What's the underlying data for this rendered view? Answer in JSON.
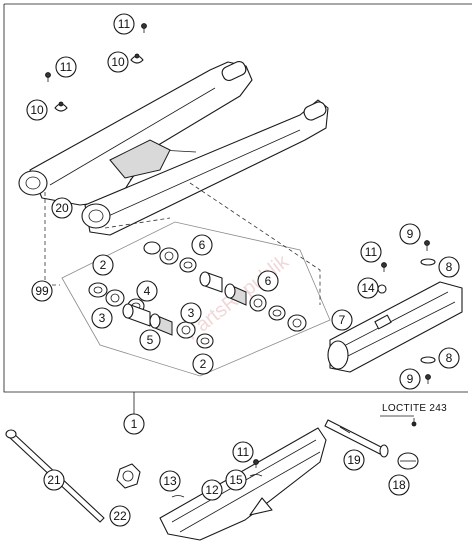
{
  "callouts": {
    "c1": "1",
    "c2a": "2",
    "c2b": "2",
    "c3a": "3",
    "c3b": "3",
    "c4": "4",
    "c5": "5",
    "c6a": "6",
    "c6b": "6",
    "c7": "7",
    "c8a": "8",
    "c8b": "8",
    "c9a": "9",
    "c9b": "9",
    "c10a": "10",
    "c10b": "10",
    "c11a": "11",
    "c11b": "11",
    "c11c": "11",
    "c11d": "11",
    "c12": "12",
    "c13": "13",
    "c14": "14",
    "c15": "15",
    "c18": "18",
    "c19": "19",
    "c20": "20",
    "c21": "21",
    "c22": "22",
    "c99": "99"
  },
  "labels": {
    "loctite": "LOCTITE 243"
  },
  "watermark": "PartsRepublik",
  "colors": {
    "line": "#1a1a1a",
    "watermark": "#e6b8b8"
  }
}
